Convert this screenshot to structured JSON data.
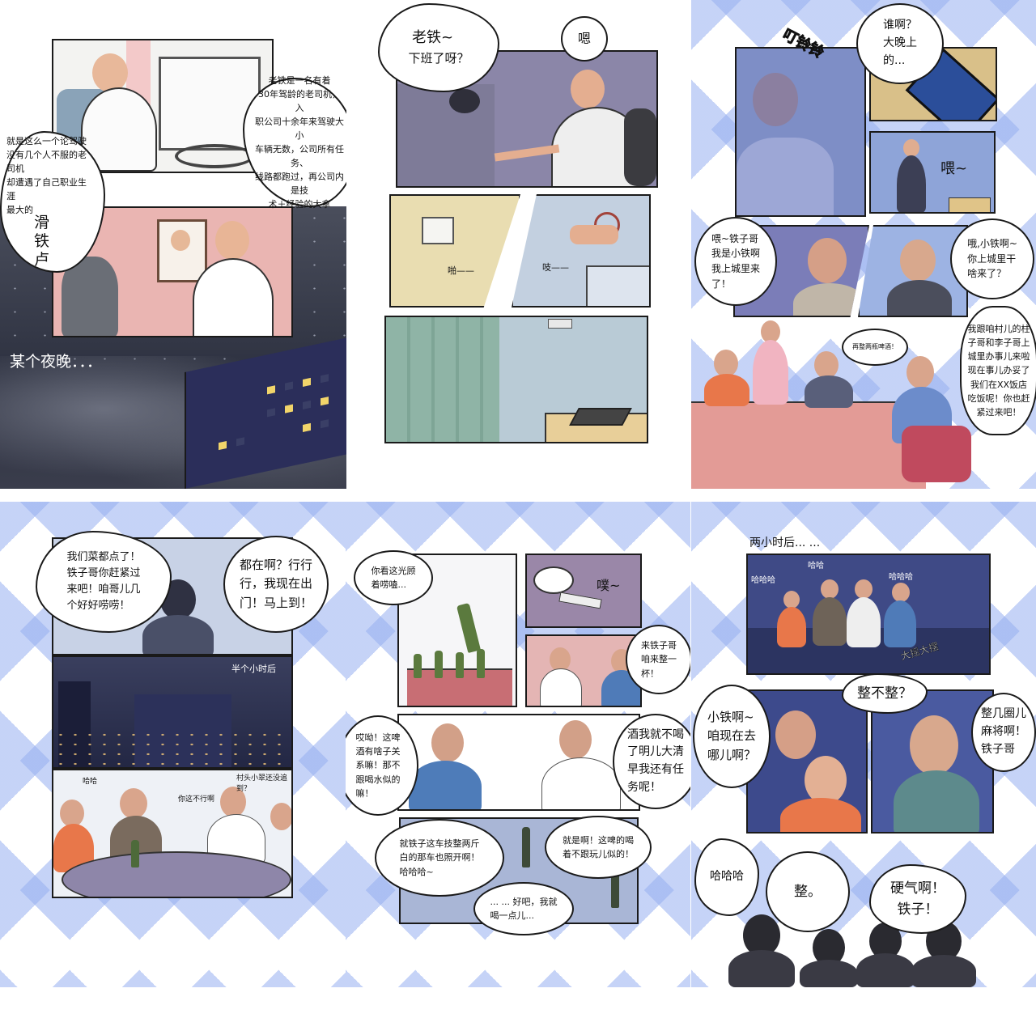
{
  "pages": {
    "p1": {
      "narration": "老铁是一名有着\n30年驾龄的老司机，入\n职公司十余年来驾驶大小\n车辆无数，公司所有任务、\n线路都跑过，再公司内是技\n术＋经验的大拿",
      "intro_prefix": "就是这么一个论驾驶\n没有几个人不服的老司机\n却遭遇了自己职业生涯\n最大的",
      "intro_big": "滑\n铁\n卢",
      "caption": "某个夜晚．．．"
    },
    "p2": {
      "bubble_greet_name": "老铁~",
      "bubble_greet_rest": "下班了呀？",
      "bubble_reply": "嗯",
      "sfx_switch": "啪——",
      "sfx_creak": "吱——"
    },
    "p3": {
      "sfx_ring": "叮铃铃",
      "bubble_who": "谁啊？\n大晚上\n的...",
      "sfx_hello": "喂~",
      "bubble_caller": "喂~铁子哥\n我是小铁啊\n我上城里来\n了！",
      "bubble_answer": "哦,小铁啊~\n你上城里干\n啥来了？",
      "bubble_reason": "我跟咱村儿的柱\n子哥和李子哥上\n城里办事儿来啦\n现在事儿办妥了\n我们在XX饭店\n吃饭呢！你也赶\n紧过来吧！",
      "bubble_beer": "再整两瓶啤酒！"
    },
    "p4": {
      "bubble_order": "我们菜都点了！\n铁子哥你赶紧过\n来吧！咱哥儿几\n个好好唠唠！",
      "bubble_coming": "都在啊？行行\n行，我现在出\n门！马上到！",
      "caption_time": "半个小时后",
      "sfx_haha": "哈哈",
      "small_late": "村头小翠还没追到？",
      "small_no": "你这不行啊"
    },
    "p5": {
      "bubble_look": "你看这光顾\n着唠嗑...",
      "sfx_pu": "噗~",
      "bubble_cheers": "来铁子哥\n咱来整一\n杯！",
      "bubble_relation": "哎呦！这啤\n酒有啥子关\n系嘛！那不\n跟喝水似的\n嘛！",
      "bubble_refuse": "酒我就不喝\n了明儿大清\n早我还有任\n务呢！",
      "bubble_liquor": "就铁子这车技整两斤\n白的那车也照开啊！\n哈哈哈~",
      "bubble_toy": "就是啊！这啤的喝\n着不跟玩儿似的！",
      "bubble_ok": "... ... 好吧，我就\n喝一点儿..."
    },
    "p6": {
      "caption_later": "两小时后... ...",
      "sfx_haha1": "哈哈哈",
      "sfx_haha2": "哈哈",
      "sfx_haha3": "哈哈哈",
      "sfx_swagger": "大摇大摆",
      "bubble_whether": "整不整？",
      "bubble_where": "小铁啊~\n咱现在去\n哪儿啊？",
      "bubble_mahjong": "整几圈儿\n麻将啊！\n铁子哥",
      "sfx_haha4": "哈哈哈",
      "bubble_do": "整。",
      "bubble_tough": "硬气啊！\n铁子！"
    }
  }
}
